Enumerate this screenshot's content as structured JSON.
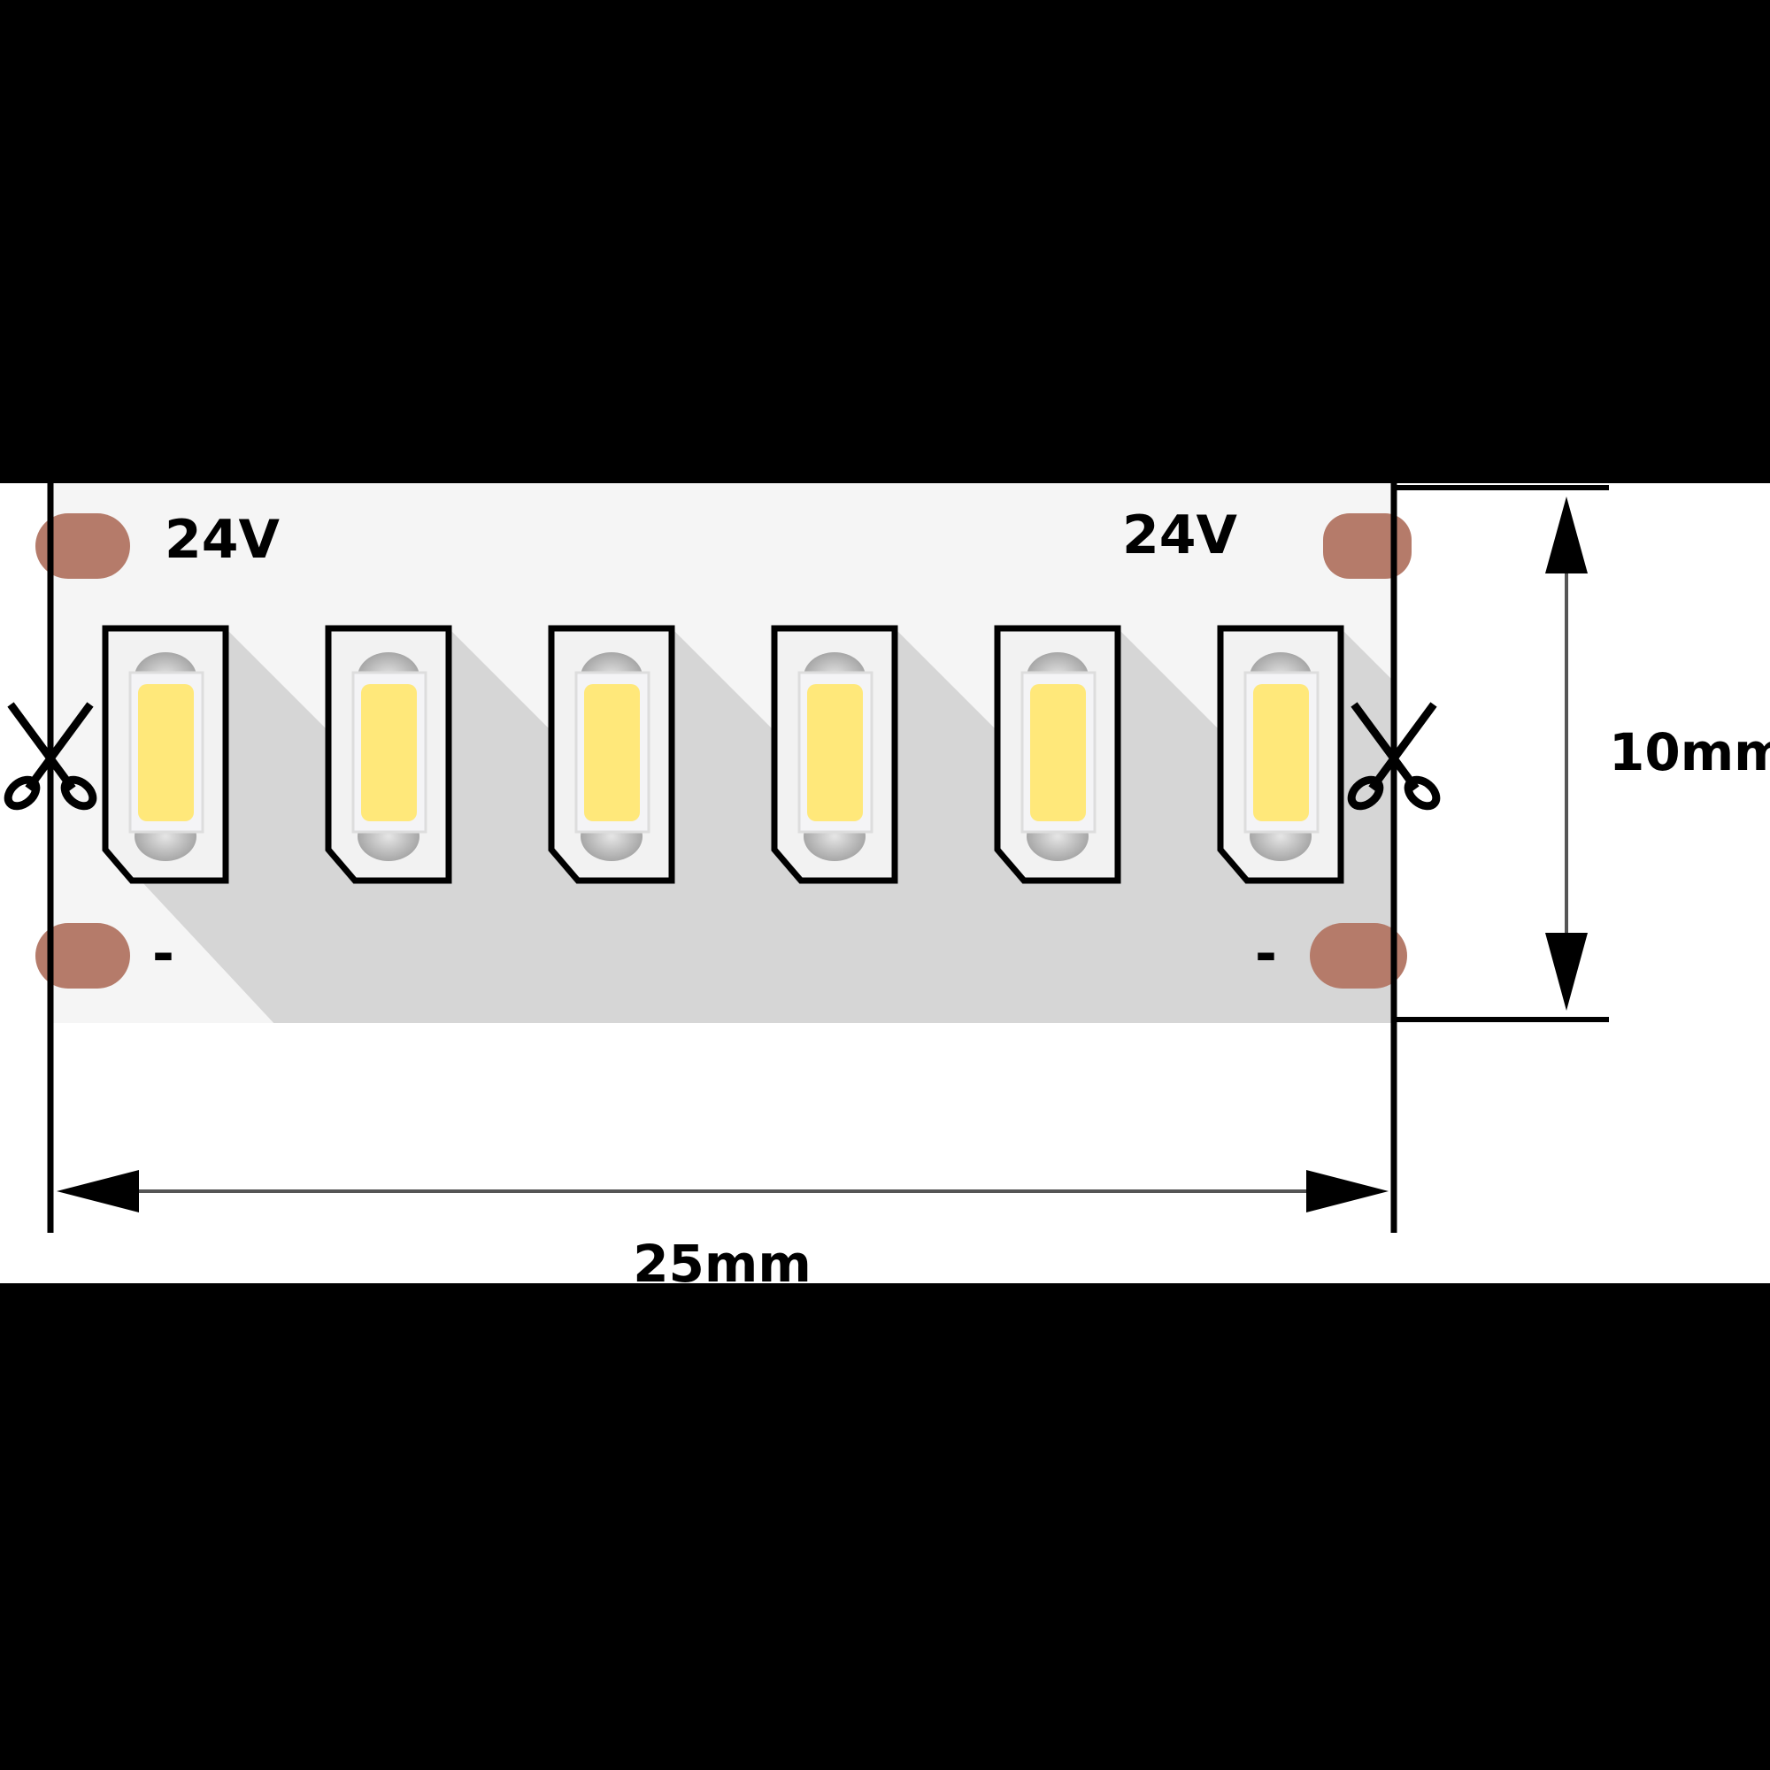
{
  "strip": {
    "voltage_left": "24V",
    "voltage_right": "24V",
    "minus_left": "-",
    "minus_right": "-",
    "led_count": 6
  },
  "dimensions": {
    "width_label": "25mm",
    "height_label": "10mm"
  },
  "colors": {
    "background": "#000000",
    "canvas": "#ffffff",
    "strip": "#f5f5f5",
    "shadow": "#d6d6d6",
    "copper_pad": "#b57b6a",
    "led_chip": "#ffe87a",
    "outline": "#000000"
  }
}
